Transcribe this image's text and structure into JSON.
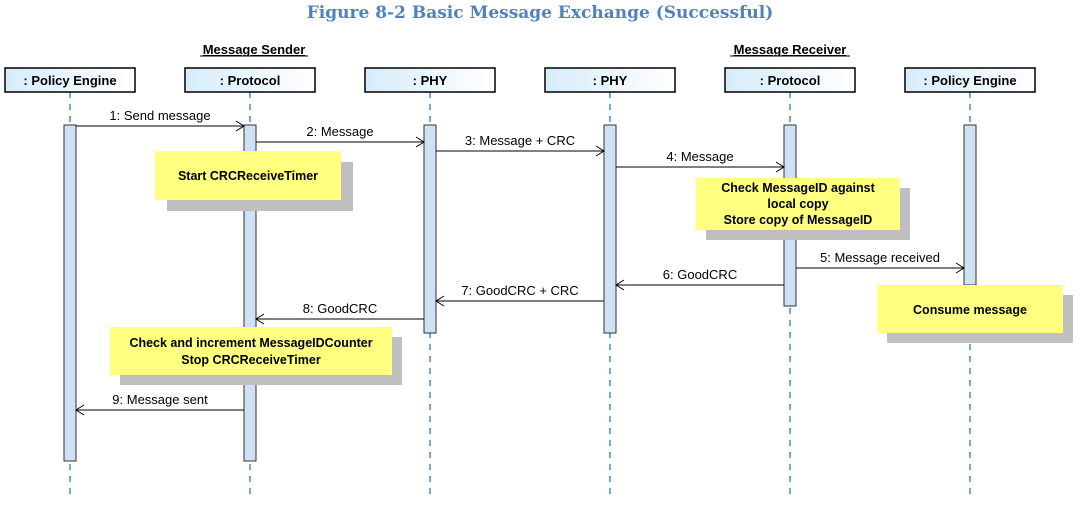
{
  "title": "Figure 8-2 Basic Message Exchange (Successful)",
  "groups": [
    {
      "label": "Message Sender"
    },
    {
      "label": "Message Receiver"
    }
  ],
  "participants": [
    {
      "label": ": Policy Engine"
    },
    {
      "label": ": Protocol"
    },
    {
      "label": ": PHY"
    },
    {
      "label": ": PHY"
    },
    {
      "label": ": Protocol"
    },
    {
      "label": ": Policy Engine"
    }
  ],
  "messages": [
    {
      "label": "1: Send message",
      "from": 0,
      "to": 1
    },
    {
      "label": "2: Message",
      "from": 1,
      "to": 2
    },
    {
      "label": "3: Message + CRC",
      "from": 2,
      "to": 3
    },
    {
      "label": "4: Message",
      "from": 3,
      "to": 4
    },
    {
      "label": "5: Message received",
      "from": 4,
      "to": 5
    },
    {
      "label": "6: GoodCRC",
      "from": 4,
      "to": 3
    },
    {
      "label": "7: GoodCRC + CRC",
      "from": 3,
      "to": 2
    },
    {
      "label": "8: GoodCRC",
      "from": 2,
      "to": 1
    },
    {
      "label": "9: Message sent",
      "from": 1,
      "to": 0
    }
  ],
  "notes": [
    {
      "lines": [
        "Start CRCReceiveTimer"
      ]
    },
    {
      "lines": [
        "Check MessageID against",
        "local copy",
        "Store copy of MessageID"
      ]
    },
    {
      "lines": [
        "Consume message"
      ]
    },
    {
      "lines": [
        "Check and increment MessageIDCounter",
        "Stop CRCReceiveTimer"
      ]
    }
  ],
  "colors": {
    "title": "#4f81bd",
    "lifeline": "#6fa8dc",
    "activation": "#cfe2f3",
    "note": "#ffff80",
    "note_shadow": "#bfbfbf"
  }
}
